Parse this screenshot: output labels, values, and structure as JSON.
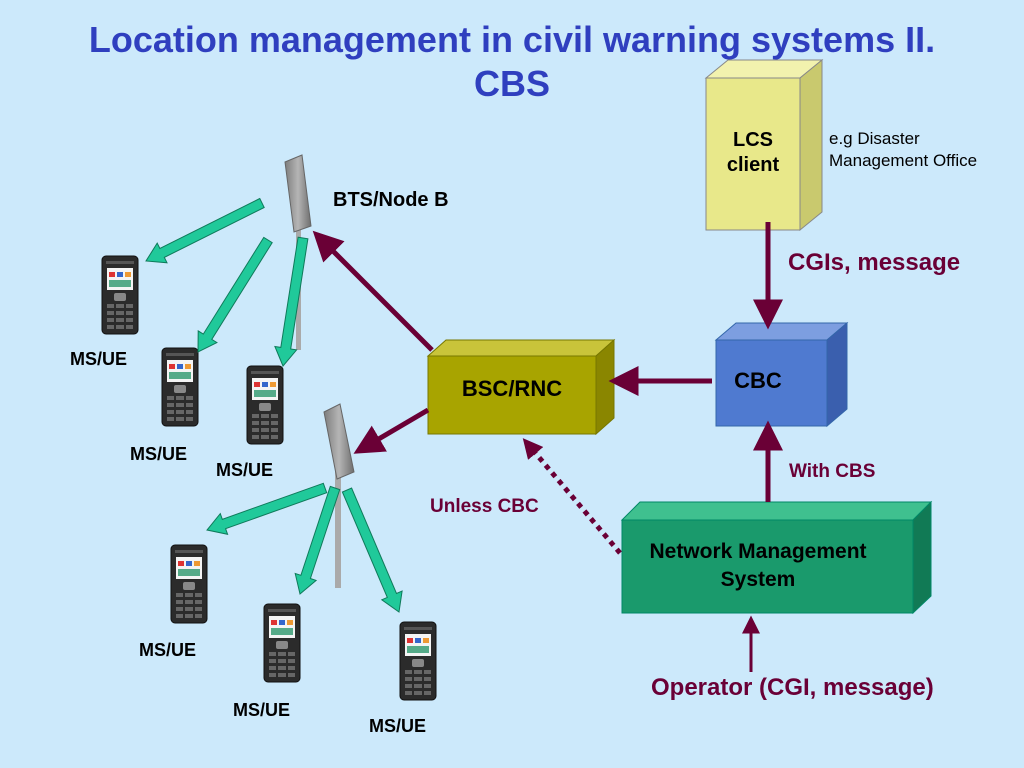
{
  "title": {
    "line1": "Location management in civil warning systems II.",
    "line2": "CBS"
  },
  "nodes": {
    "lcs": {
      "line1": "LCS",
      "line2": "client",
      "note_line1": "e.g Disaster",
      "note_line2": "Management Office"
    },
    "cbc": {
      "label": "CBC"
    },
    "bsc": {
      "label": "BSC/RNC"
    },
    "nms": {
      "line1": "Network Management",
      "line2": "System"
    },
    "bts": {
      "label": "BTS/Node B"
    },
    "ms_label": "MS/UE"
  },
  "edges": {
    "lcs_to_cbc": "CGIs, message",
    "nms_to_cbc": "With CBS",
    "nms_to_bsc": "Unless CBC",
    "operator": "Operator (CGI, message)"
  },
  "colors": {
    "background": "#cce9fb",
    "title": "#2f3fbf",
    "arrow": "#6a0036",
    "radio_arrow": "#20c99a",
    "lcs_box": "#e8e88a",
    "cbc_box": "#4f7ad0",
    "bsc_box": "#a8a400",
    "nms_box": "#1a9a6c"
  },
  "icons": [
    "antenna-icon",
    "mobile-phone-icon"
  ]
}
